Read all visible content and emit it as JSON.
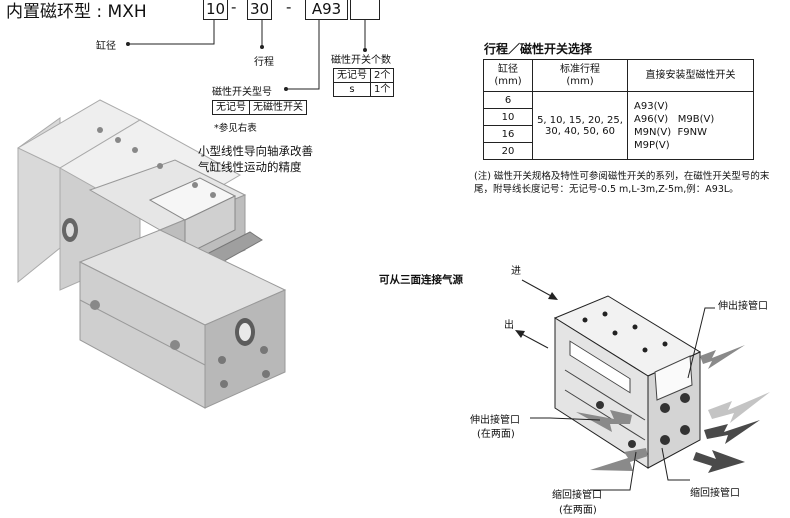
{
  "model_code": {
    "prefix": "内置磁环型 : MXH",
    "bore_box": "10",
    "stroke_box": "30",
    "switch_box": "A93",
    "qty_box": "",
    "dash": "-"
  },
  "labels": {
    "bore": "缸径",
    "stroke": "行程",
    "switch_model": "磁性开关型号",
    "switch_qty": "磁性开关个数",
    "switch_model_table": [
      {
        "code": "无记号",
        "desc": "无磁性开关"
      }
    ],
    "switch_model_note": "*参见右表",
    "switch_qty_table": [
      {
        "code": "无记号",
        "qty": "2个"
      },
      {
        "code": "s",
        "qty": "1个"
      }
    ]
  },
  "feature_text": [
    "小型线性导向轴承改善",
    "气缸线性运动的精度"
  ],
  "selection": {
    "title": "行程／磁性开关选择",
    "headers": [
      "缸径",
      "(mm)",
      "标准行程",
      "(mm)",
      "直接安装型磁性开关"
    ],
    "bores": [
      "6",
      "10",
      "16",
      "20"
    ],
    "strokes": [
      "5, 10, 15, 20, 25,",
      "30, 40, 50, 60"
    ],
    "switches": [
      "A93(V)",
      "A96(V)   M9B(V)",
      "M9N(V)  F9NW",
      "M9P(V)"
    ]
  },
  "note": "(注) 磁性开关规格及特性可参阅磁性开关的系列，在磁性开关型号的末尾，附导线长度记号：无记号-0.5 m,L-3m,Z-5m,例：A93L。",
  "piping": {
    "title": "可从三面连接气源",
    "in_label": "进",
    "out_label": "出",
    "extend_right": "伸出接管口",
    "extend_left": "伸出接管口",
    "extend_left_sub": "(在两面)",
    "retract_bottom": "缩回接管口",
    "retract_bottom_sub": "(在两面)",
    "retract_right": "缩回接管口"
  },
  "colors": {
    "body_light": "#e9e9e9",
    "body_mid": "#cfcfcf",
    "body_dark": "#9d9d9d",
    "arrow_gray": "#8a8a8a",
    "arrow_light": "#c4c4c4",
    "arrow_dark": "#4a4a4a"
  }
}
